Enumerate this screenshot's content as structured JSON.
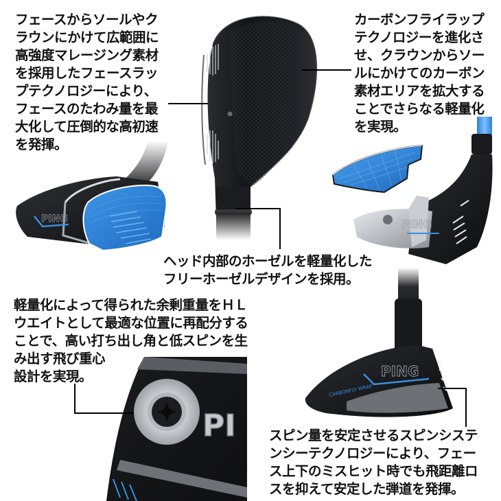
{
  "page": {
    "background": "#ffffff",
    "product_brand": "PING",
    "carbon_wrap_label": "CARBONFLY WRAP"
  },
  "callouts": {
    "face_wrap": {
      "lines": [
        "フェースからソールやク",
        "ラウンにかけて広範囲に",
        "高強度マレージング素材",
        "を採用したフェースラッ",
        "プテクノロジーにより、",
        "フェースのたわみ量を最",
        "大化して圧倒的な高初速",
        "を発揮。"
      ]
    },
    "carbonfly_wrap": {
      "lines": [
        "カーボンフライラップ",
        "テクノロジーを進化さ",
        "せ、クラウンからソー",
        "ルにかけてのカーボン",
        "素材エリアを拡大する",
        "ことでさらなる軽量化",
        "を実現。"
      ]
    },
    "free_hosel": {
      "lines": [
        "ヘッド内部のホーゼルを軽量化した",
        "フリーホーゼルデザインを採用。"
      ]
    },
    "hl_weight": {
      "lines": [
        "軽量化によって得られた余剰重量をＨＬ",
        "ウエイトとして最適な位置に再配分する",
        "ことで、高い打ち出し角と低スピンを生",
        "み出す飛び重心",
        "設計を実現。"
      ]
    },
    "spin_sistency": {
      "lines": [
        "スピン量を安定させるスピンシステ",
        "ンシーテクノロジーにより、フェー",
        "ス上下のミスヒット時でも飛距離ロ",
        "スを抑えて安定した弾道を発揮。"
      ]
    }
  },
  "colors": {
    "head_black": "#151619",
    "face_blue": "#2a7fd4",
    "accent_blue": "#3a8fe0",
    "silver": "#b9bcc0",
    "connector": "#000000"
  }
}
